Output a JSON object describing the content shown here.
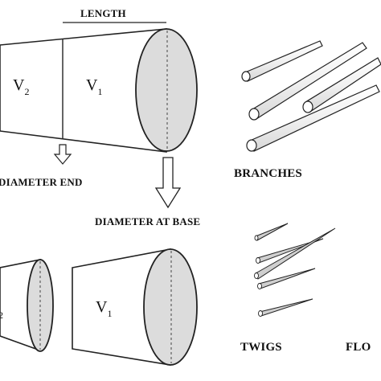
{
  "labels": {
    "length": "LENGTH",
    "diameter_end": "DIAMETER END",
    "diameter_at_base": "DIAMETER AT BASE",
    "branches": "BRANCHES",
    "twigs": "TWIGS",
    "flowers_partial": "FLO"
  },
  "volumes": {
    "top_left": {
      "base": "V",
      "sub": "2"
    },
    "top_right": {
      "base": "V",
      "sub": "1"
    },
    "bottom_left_partial": {
      "base": "",
      "sub": "2"
    },
    "bottom_right": {
      "base": "V",
      "sub": "1"
    }
  },
  "colors": {
    "stroke": "#222222",
    "fill": "#ffffff",
    "end_face": "#dcdcdc"
  }
}
